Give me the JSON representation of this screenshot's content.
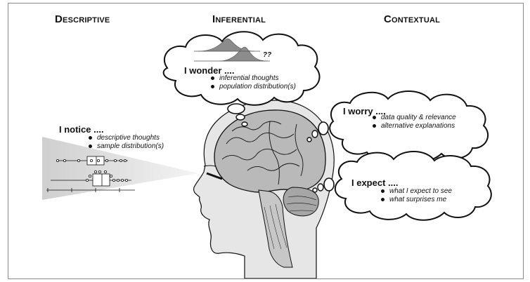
{
  "columns": {
    "descriptive": "Descriptive",
    "inferential": "Inferential",
    "contextual": "Contextual"
  },
  "notice": {
    "heading": "I notice ....",
    "items": [
      "descriptive thoughts",
      "sample distribution(s)"
    ]
  },
  "wonder": {
    "heading": "I wonder ....",
    "items": [
      "inferential thoughts",
      "population distribution(s)"
    ],
    "unknown_mark": "??"
  },
  "worry": {
    "heading": "I worry ....",
    "items": [
      "data quality & relevance",
      "alternative explanations"
    ]
  },
  "expect": {
    "heading": "I expect ....",
    "items": [
      "what I expect to see",
      "what surprises me"
    ]
  },
  "colors": {
    "outline": "#111111",
    "head_fill": "#e6e6e6",
    "brain_fill": "#b9b9b9",
    "cerebellum_fill": "#a6a6a6",
    "beam_fill": "#dcdcdc"
  },
  "icons": [
    "head-silhouette",
    "brain-illustration",
    "thought-cloud",
    "boxplot",
    "density-curve"
  ]
}
